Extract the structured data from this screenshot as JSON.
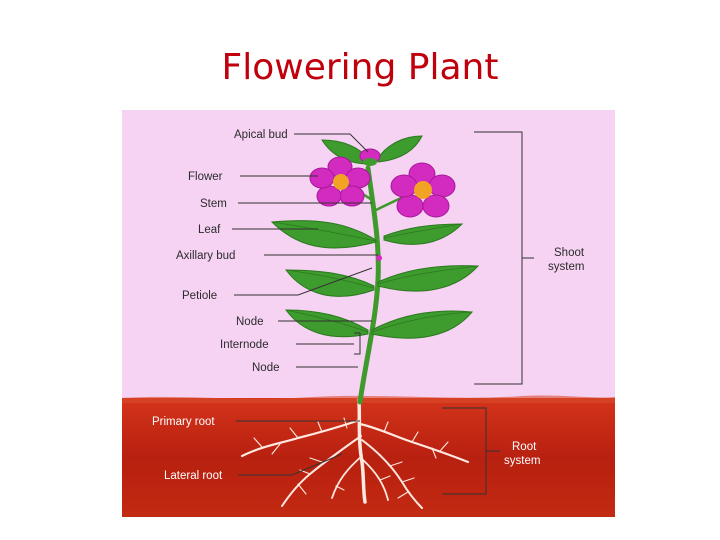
{
  "title": "Flowering Plant",
  "diagram": {
    "labels": {
      "apical_bud": "Apical bud",
      "flower": "Flower",
      "stem": "Stem",
      "leaf": "Leaf",
      "axillary_bud": "Axillary bud",
      "petiole": "Petiole",
      "node_upper": "Node",
      "internode": "Internode",
      "node_lower": "Node",
      "primary_root": "Primary root",
      "lateral_root": "Lateral root"
    },
    "brackets": {
      "shoot_line1": "Shoot",
      "shoot_line2": "system",
      "root_line1": "Root",
      "root_line2": "system"
    },
    "colors": {
      "title": "#c0000b",
      "sky": "#f6d2f3",
      "soil": "#c62a10",
      "stem": "#3f9a2c",
      "leaf": "#3e9b2d",
      "flower": "#d32bc0",
      "flower_center": "#f2a325",
      "root": "#ffe9e0"
    }
  }
}
